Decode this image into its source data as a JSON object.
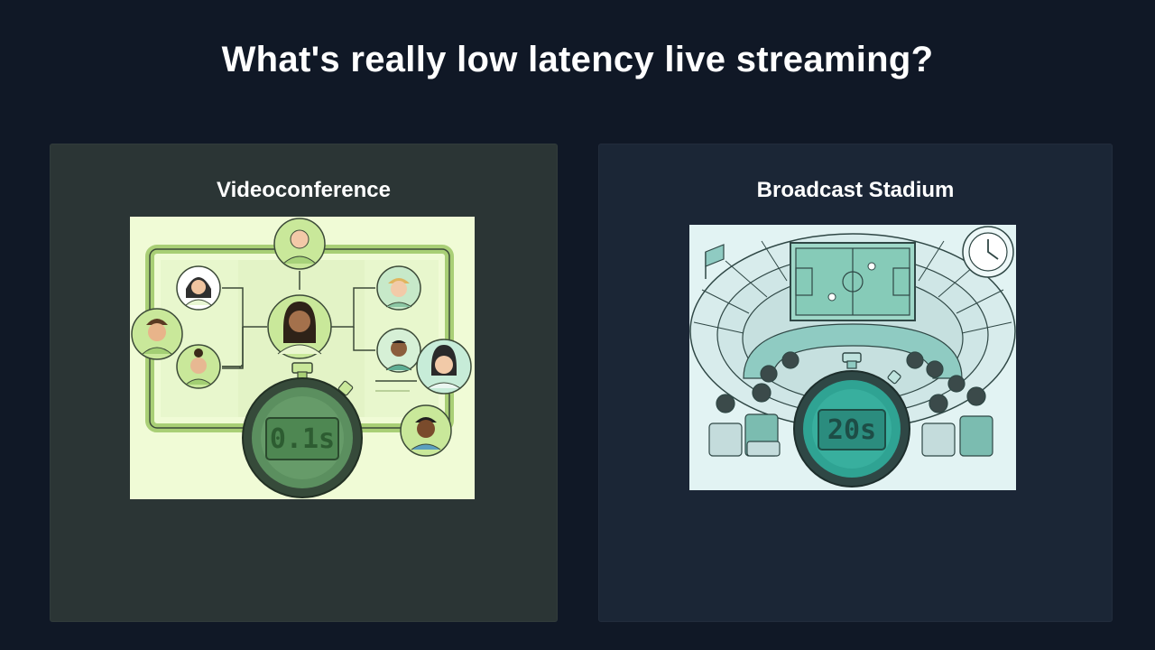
{
  "slide": {
    "title": "What's really low latency live streaming?"
  },
  "panels": [
    {
      "heading": "Videoconference",
      "timer_readout": "0.1s",
      "colors": {
        "panel_bg": "#2b3535",
        "illustration_bg": "#f0fbd6",
        "accent": "#b6dc82"
      }
    },
    {
      "heading": "Broadcast Stadium",
      "timer_readout": "20s",
      "colors": {
        "panel_bg": "#1b2636",
        "illustration_bg": "#e2f3f3",
        "accent": "#3fb7a5"
      }
    }
  ],
  "icons": [
    "person-avatar-icon",
    "stopwatch-icon",
    "soccer-field-icon",
    "clock-icon",
    "flag-icon"
  ]
}
